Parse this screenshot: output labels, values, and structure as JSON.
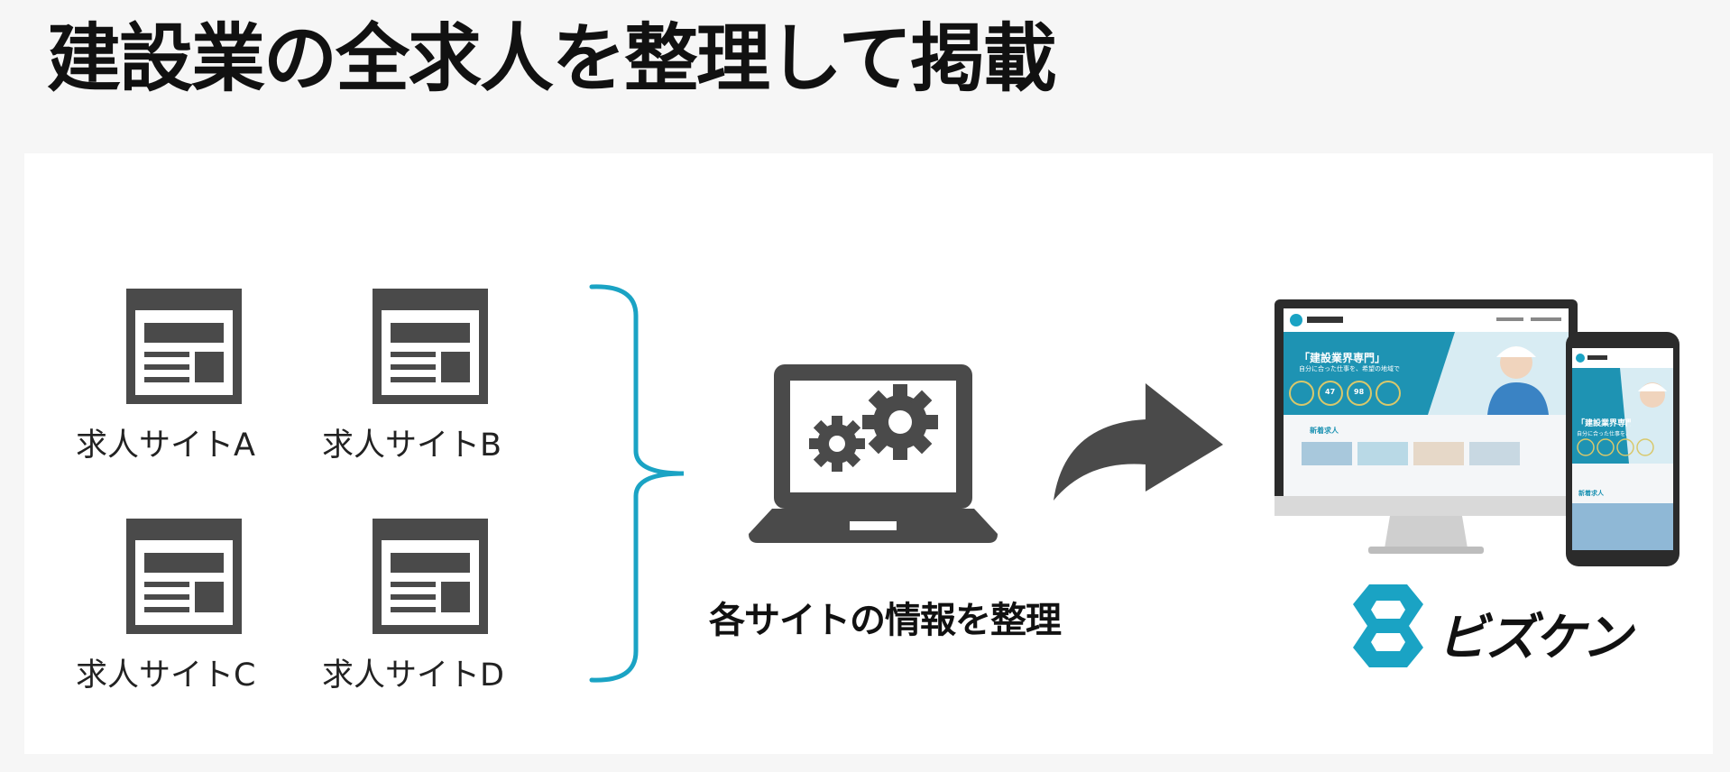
{
  "title": "建設業の全求人を整理して掲載",
  "sites": [
    {
      "label": "求人サイトA"
    },
    {
      "label": "求人サイトB"
    },
    {
      "label": "求人サイトC"
    },
    {
      "label": "求人サイトD"
    }
  ],
  "process_caption": "各サイトの情報を整理",
  "brand": {
    "name": "ビズケン"
  },
  "screen": {
    "headline": "「建設業界専門」",
    "subline": "自分に合った仕事を、希望の地域で",
    "stats": [
      "47",
      "98"
    ],
    "section": "新着求人",
    "phone_headline": "「建設業界専門」",
    "phone_subline": "自分に合った仕事を、希望の地域で",
    "phone_section": "新着求人"
  },
  "colors": {
    "accent": "#1aa3c4",
    "icon_gray": "#4a4a4a",
    "background": "#f6f6f6",
    "panel": "#ffffff"
  },
  "icons": [
    "webpage-icon",
    "laptop-gears-icon",
    "curved-arrow-icon",
    "brand-logo-icon"
  ]
}
